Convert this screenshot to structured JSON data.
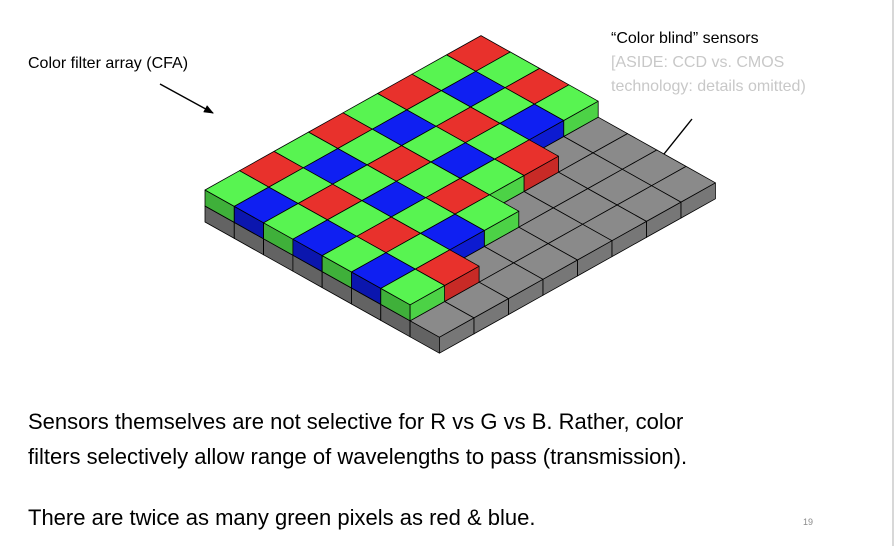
{
  "labels": {
    "cfa": "Color filter array  (CFA)",
    "sensors_title": "“Color blind” sensors",
    "aside_line1": "[ASIDE:   CCD  vs.  CMOS",
    "aside_line2": "technology:  details omitted)"
  },
  "caption": {
    "line1": "Sensors themselves are not selective for R vs G vs B.    Rather, color",
    "line2": "filters selectively allow range of wavelengths to pass (transmission).",
    "line3": "There are twice as many green pixels as red & blue."
  },
  "page_number": "19",
  "colors": {
    "red": "#e8312c",
    "green": "#58f451",
    "blue": "#0f1ff2",
    "sensor": "#8a8a8a",
    "edge": "#000000"
  }
}
